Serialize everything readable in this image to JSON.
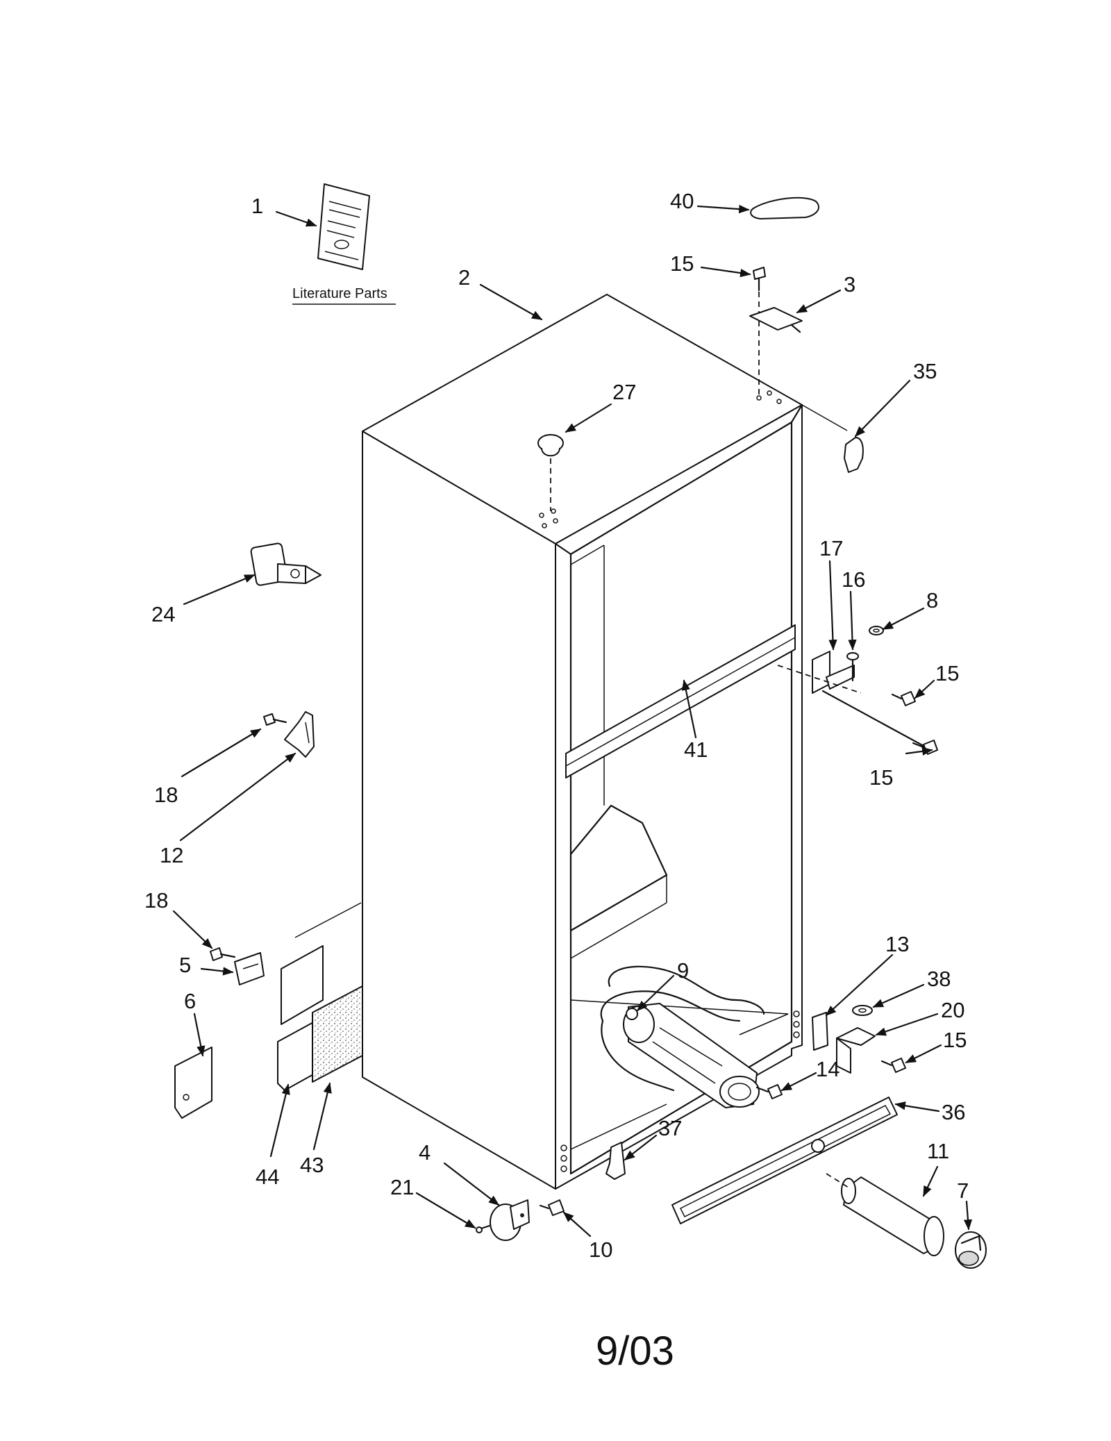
{
  "diagram": {
    "literature_label": "Literature Parts",
    "footer_date": "9/03",
    "callouts": [
      "1",
      "2",
      "3",
      "4",
      "5",
      "6",
      "7",
      "8",
      "9",
      "10",
      "11",
      "12",
      "13",
      "14",
      "15",
      "15",
      "15",
      "15",
      "16",
      "17",
      "18",
      "18",
      "20",
      "21",
      "24",
      "27",
      "35",
      "36",
      "37",
      "38",
      "40",
      "41",
      "43",
      "44"
    ]
  }
}
